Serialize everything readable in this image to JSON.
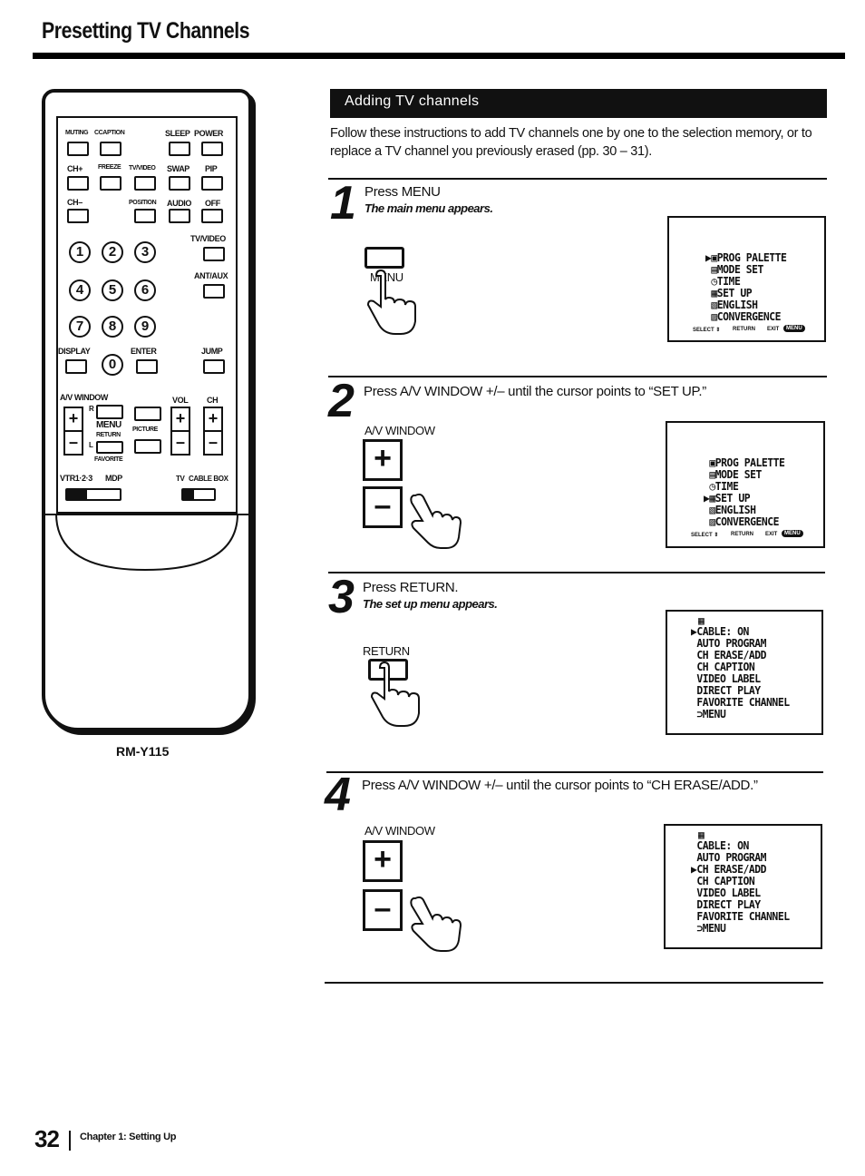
{
  "page": {
    "title": "Presetting TV Channels",
    "number": "32",
    "chapter": "Chapter 1: Setting Up"
  },
  "remote": {
    "model": "RM-Y115",
    "labels": {
      "muting": "MUTING",
      "ccaption": "CCAPTION",
      "sleep": "SLEEP",
      "power": "POWER",
      "chplus": "CH+",
      "freeze": "FREEZE",
      "tvvideo_small": "TV/VIDEO",
      "swap": "SWAP",
      "pip": "PIP",
      "chminus": "CH–",
      "position": "POSITION",
      "audio": "AUDIO",
      "off": "OFF",
      "tvvideo": "TV/VIDEO",
      "antaux": "ANT/AUX",
      "display": "DISPLAY",
      "enter": "ENTER",
      "jump": "JUMP",
      "avwindow": "A/V WINDOW",
      "vol": "VOL",
      "ch": "CH",
      "menu": "MENU",
      "return": "RETURN",
      "picture": "PICTURE",
      "favorite": "FAVORITE",
      "r": "R",
      "l": "L",
      "vtr": "VTR1·2·3",
      "mdp": "MDP",
      "tv": "TV",
      "cablebox": "CABLE BOX"
    },
    "numbers": [
      "1",
      "2",
      "3",
      "4",
      "5",
      "6",
      "7",
      "8",
      "9",
      "0"
    ],
    "plus": "+",
    "minus": "–"
  },
  "section": {
    "title": "Adding TV channels",
    "intro": "Follow these instructions to add TV channels one by one to the selection memory, or to replace a TV channel you previously erased (pp. 30 – 31)."
  },
  "steps": [
    {
      "number": "1",
      "text": "Press MENU",
      "sub": "The main menu appears.",
      "button_label": "MENU",
      "osd": [
        "▶▣PROG PALETTE",
        " ▤MODE SET",
        " ◷TIME",
        " ▦SET UP",
        " ▧ENGLISH",
        " ▨CONVERGENCE"
      ],
      "osd_foot": [
        "SELECT ⇕",
        "RETURN",
        "EXIT",
        "MENU"
      ]
    },
    {
      "number": "2",
      "text": "Press A/V WINDOW +/– until the cursor points to “SET UP.”",
      "button_label": "A/V WINDOW",
      "osd": [
        " ▣PROG PALETTE",
        " ▤MODE SET",
        " ◷TIME",
        "▶▦SET UP",
        " ▧ENGLISH",
        " ▨CONVERGENCE"
      ],
      "osd_foot": [
        "SELECT ⇕",
        "RETURN",
        "EXIT",
        "MENU"
      ]
    },
    {
      "number": "3",
      "text": "Press RETURN.",
      "sub": "The set up menu appears.",
      "button_label": "RETURN",
      "osd_icon": "▦",
      "osd": [
        "▶CABLE: ON",
        " AUTO PROGRAM",
        " CH ERASE/ADD",
        " CH CAPTION",
        " VIDEO LABEL",
        " DIRECT PLAY",
        " FAVORITE CHANNEL",
        " ⊃MENU"
      ]
    },
    {
      "number": "4",
      "text": "Press A/V WINDOW +/– until the cursor points to “CH ERASE/ADD.”",
      "button_label": "A/V WINDOW",
      "osd_icon": "▦",
      "osd": [
        " CABLE: ON",
        " AUTO PROGRAM",
        "▶CH ERASE/ADD",
        " CH CAPTION",
        " VIDEO LABEL",
        " DIRECT PLAY",
        " FAVORITE CHANNEL",
        " ⊃MENU"
      ]
    }
  ]
}
